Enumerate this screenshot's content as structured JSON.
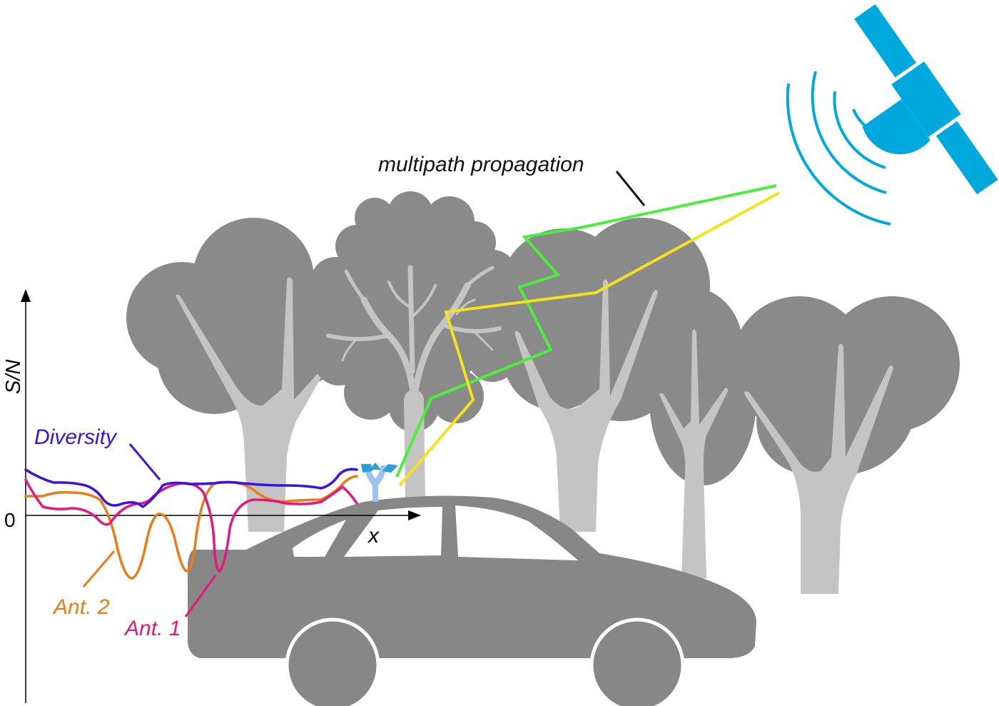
{
  "labels": {
    "multipath": "multipath propagation",
    "y_axis": "S/N",
    "x_axis": "x",
    "zero": "0",
    "diversity": "Diversity",
    "ant1": "Ant. 1",
    "ant2": "Ant. 2"
  },
  "colors": {
    "tree_canopy": "#8a8a8a",
    "tree_trunk": "#c4c4c4",
    "car": "#878787",
    "satellite": "#00a9dd",
    "green_path": "#4cee3c",
    "yellow_path": "#f5e21b",
    "diversity": "#3b12e0",
    "ant1": "#e3197f",
    "ant2": "#ee7a12",
    "antenna_light": "#9dc3ee",
    "antenna_dark": "#2a9fd6"
  },
  "icons": [
    "satellite-icon",
    "car-icon",
    "antenna-icon",
    "tree-icon"
  ]
}
